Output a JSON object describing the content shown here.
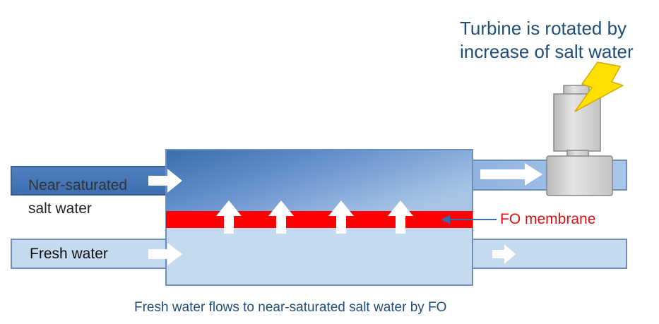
{
  "labels": {
    "turbine_caption_line1": "Turbine is rotated by",
    "turbine_caption_line2": "increase of salt water",
    "salt_water_line1": "Near-saturated",
    "salt_water_line2": "salt water",
    "fresh_water": "Fresh water",
    "membrane": "FO membrane",
    "bottom_caption": "Fresh water flows to near-saturated salt water by FO"
  },
  "colors": {
    "salt_water": "#4f7fbf",
    "fresh_water": "#c5d9ef",
    "membrane": "#ff0000",
    "caption_text": "#1f4e79",
    "turbine": "#d0d0d0",
    "lightning": "#ffe000"
  },
  "icons": [
    "arrow-right-icon",
    "arrow-up-icon",
    "lightning-bolt-icon",
    "turbine-icon"
  ]
}
